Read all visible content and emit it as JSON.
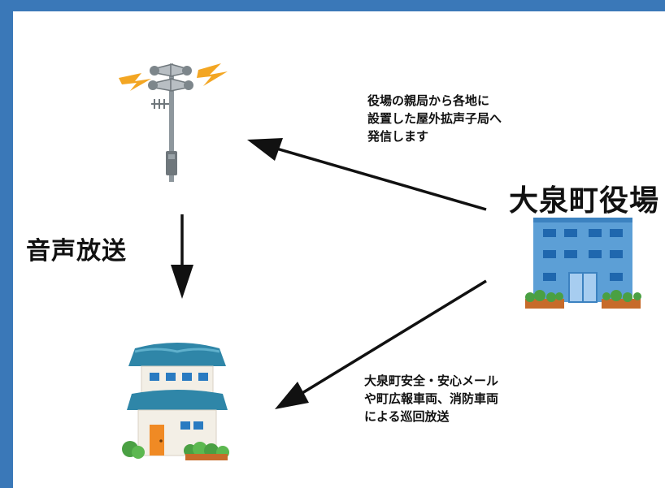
{
  "labels": {
    "townhall": "大泉町役場",
    "voice_broadcast": "音声放送",
    "note_top": "役場の親局から各地に\n設置した屋外拡声子局へ\n発信します",
    "note_bottom": "大泉町安全・安心メール\nや町広報車両、消防車両\nによる巡回放送"
  },
  "icons": {
    "loudspeaker": "loudspeaker-tower-icon",
    "house": "house-icon",
    "office": "office-building-icon"
  },
  "colors": {
    "frame": "#3a78b8",
    "panel": "#ffffff",
    "arrow": "#111111",
    "lightning": "#f3a623",
    "roof": "#2f86a8",
    "building": "#5c9fd6"
  }
}
